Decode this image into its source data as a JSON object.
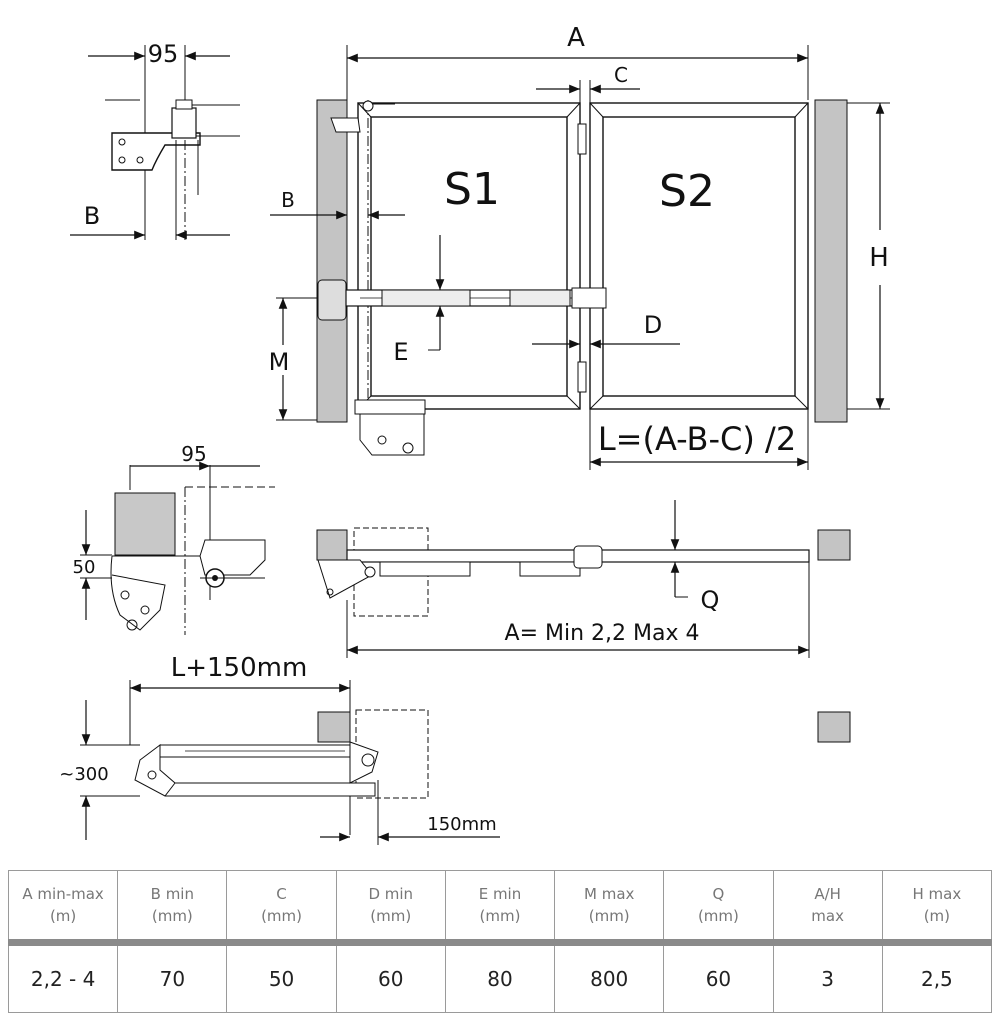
{
  "labels": {
    "top_95": "95",
    "top_B": "B",
    "A": "A",
    "C": "C",
    "S1": "S1",
    "S2": "S2",
    "B_inner": "B",
    "H": "H",
    "E": "E",
    "D": "D",
    "M": "M",
    "L_formula": "L=(A-B-C) /2",
    "mid_95": "95",
    "mid_50": "50",
    "Q": "Q",
    "A_range": "A= Min 2,2  Max 4",
    "L150": "L+150mm",
    "approx300": "~300",
    "mm150": "150mm"
  },
  "colors": {
    "pillar": "#c4c4c4",
    "line": "#111111",
    "leaf_fill": "#ffffff",
    "motor": "#c8c8c8"
  },
  "table": {
    "headers": [
      [
        "A min-max",
        "(m)"
      ],
      [
        "B min",
        "(mm)"
      ],
      [
        "C",
        "(mm)"
      ],
      [
        "D min",
        "(mm)"
      ],
      [
        "E min",
        "(mm)"
      ],
      [
        "M max",
        "(mm)"
      ],
      [
        "Q",
        "(mm)"
      ],
      [
        "A/H",
        "max"
      ],
      [
        "H max",
        "(m)"
      ]
    ],
    "values": [
      "2,2 - 4",
      "70",
      "50",
      "60",
      "80",
      "800",
      "60",
      "3",
      "2,5"
    ]
  }
}
